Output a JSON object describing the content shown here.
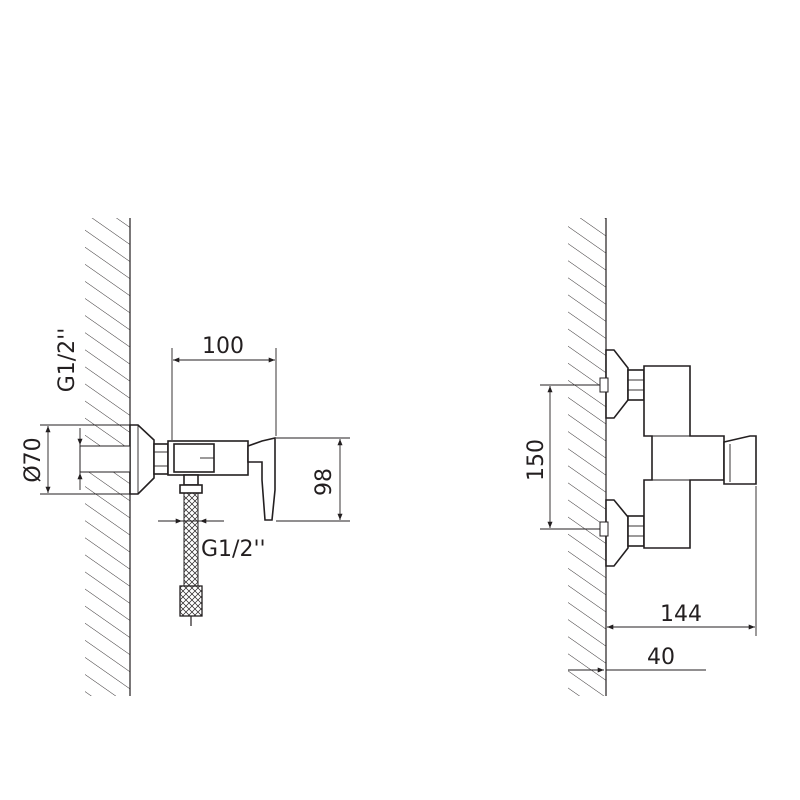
{
  "drawing": {
    "left_view": {
      "dim_width": "100",
      "dim_height": "98",
      "dim_diameter": "Ø70",
      "dim_inlet_thread": "G1/2''",
      "dim_outlet_thread": "G1/2''"
    },
    "right_view": {
      "dim_spacing": "150",
      "dim_depth": "144",
      "dim_wall_offset": "40"
    }
  }
}
